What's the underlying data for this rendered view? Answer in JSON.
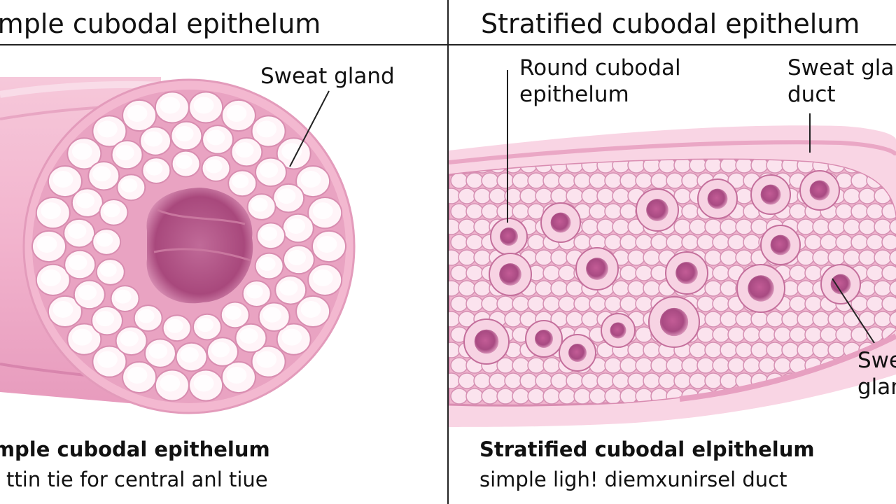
{
  "left_panel": {
    "title": "Simple cubodal epithelum",
    "label_gland": "Sweat gland",
    "caption_title": "Simple cubodal epithelum",
    "caption_subtitle": "A ttin tie for central anl tiue"
  },
  "right_panel": {
    "title": "Stratified cubodal epithelum",
    "label_round": "Round cubodal\nepithelum",
    "label_duct": "Sweat gland\nduct",
    "label_gland": "Sweat\ngland",
    "caption_title": "Stratified cubodal elpithelum",
    "caption_subtitle": "simple ligh! diemxunirsel duct"
  },
  "colors": {
    "tissue_light": "#f8cfe0",
    "tissue_mid": "#eaa0c0",
    "lumen_dark": "#a8487c",
    "cell_fill": "#fff6fa",
    "nucleus": "#b85a90"
  }
}
